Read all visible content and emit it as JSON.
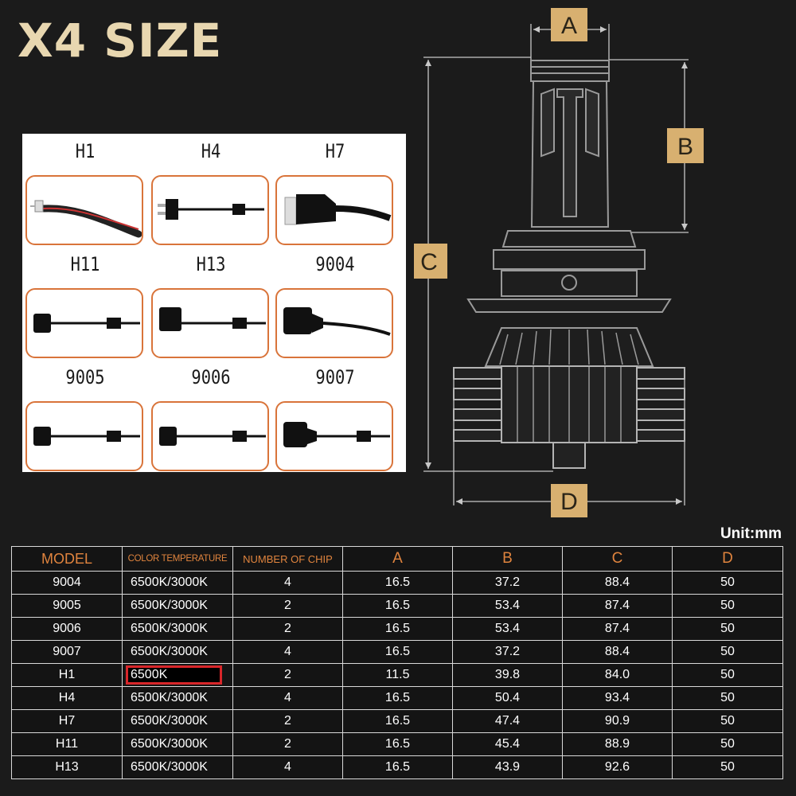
{
  "title": "X4 SIZE",
  "unit": "Unit:mm",
  "colors": {
    "accent": "#e0843e",
    "dim_box": "#d8b070",
    "highlight": "#d8262a"
  },
  "connectors": [
    "H1",
    "H4",
    "H7",
    "H11",
    "H13",
    "9004",
    "9005",
    "9006",
    "9007"
  ],
  "dimensions": {
    "a": "A",
    "b": "B",
    "c": "C",
    "d": "D"
  },
  "table": {
    "headers": [
      "MODEL",
      "COLOR TEMPERATURE",
      "NUMBER OF CHIP",
      "A",
      "B",
      "C",
      "D"
    ],
    "rows": [
      [
        "9004",
        "6500K/3000K",
        "4",
        "16.5",
        "37.2",
        "88.4",
        "50"
      ],
      [
        "9005",
        "6500K/3000K",
        "2",
        "16.5",
        "53.4",
        "87.4",
        "50"
      ],
      [
        "9006",
        "6500K/3000K",
        "2",
        "16.5",
        "53.4",
        "87.4",
        "50"
      ],
      [
        "9007",
        "6500K/3000K",
        "4",
        "16.5",
        "37.2",
        "88.4",
        "50"
      ],
      [
        "H1",
        "6500K",
        "2",
        "11.5",
        "39.8",
        "84.0",
        "50"
      ],
      [
        "H4",
        "6500K/3000K",
        "4",
        "16.5",
        "50.4",
        "93.4",
        "50"
      ],
      [
        "H7",
        "6500K/3000K",
        "2",
        "16.5",
        "47.4",
        "90.9",
        "50"
      ],
      [
        "H11",
        "6500K/3000K",
        "2",
        "16.5",
        "45.4",
        "88.9",
        "50"
      ],
      [
        "H13",
        "6500K/3000K",
        "4",
        "16.5",
        "43.9",
        "92.6",
        "50"
      ]
    ]
  }
}
